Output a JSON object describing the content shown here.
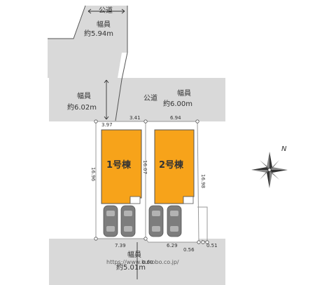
{
  "roads": {
    "top": {
      "name": "公道",
      "width_label": "幅員",
      "width_value": "約5.94m"
    },
    "middle": {
      "name": "公道",
      "width_label": "幅員",
      "width_value": "約6.00m",
      "left_width_label": "幅員",
      "left_width_value": "約6.02m"
    },
    "bottom": {
      "width_label": "幅員",
      "width_value": "約5.01m"
    }
  },
  "lots": [
    {
      "label": "1号棟",
      "front": "3.41",
      "side": "16.07"
    },
    {
      "label": "2号棟",
      "front": "6.94",
      "side": "16.98"
    }
  ],
  "dimensions": {
    "top_left": "3.97",
    "left_side": "16.96",
    "bottom_left": "7.39",
    "bottom_mid": "6.29",
    "bottom_right_a": "0.56",
    "bottom_right_b": "0.51",
    "bottom_center": "0.60"
  },
  "compass": {
    "north": "N"
  },
  "watermark": "https://www.kuhobo.co.jp/",
  "colors": {
    "road": "#d9d9d9",
    "building": "#f7a31a",
    "lot_outline": "#999999",
    "car": "#7d7d7d"
  }
}
